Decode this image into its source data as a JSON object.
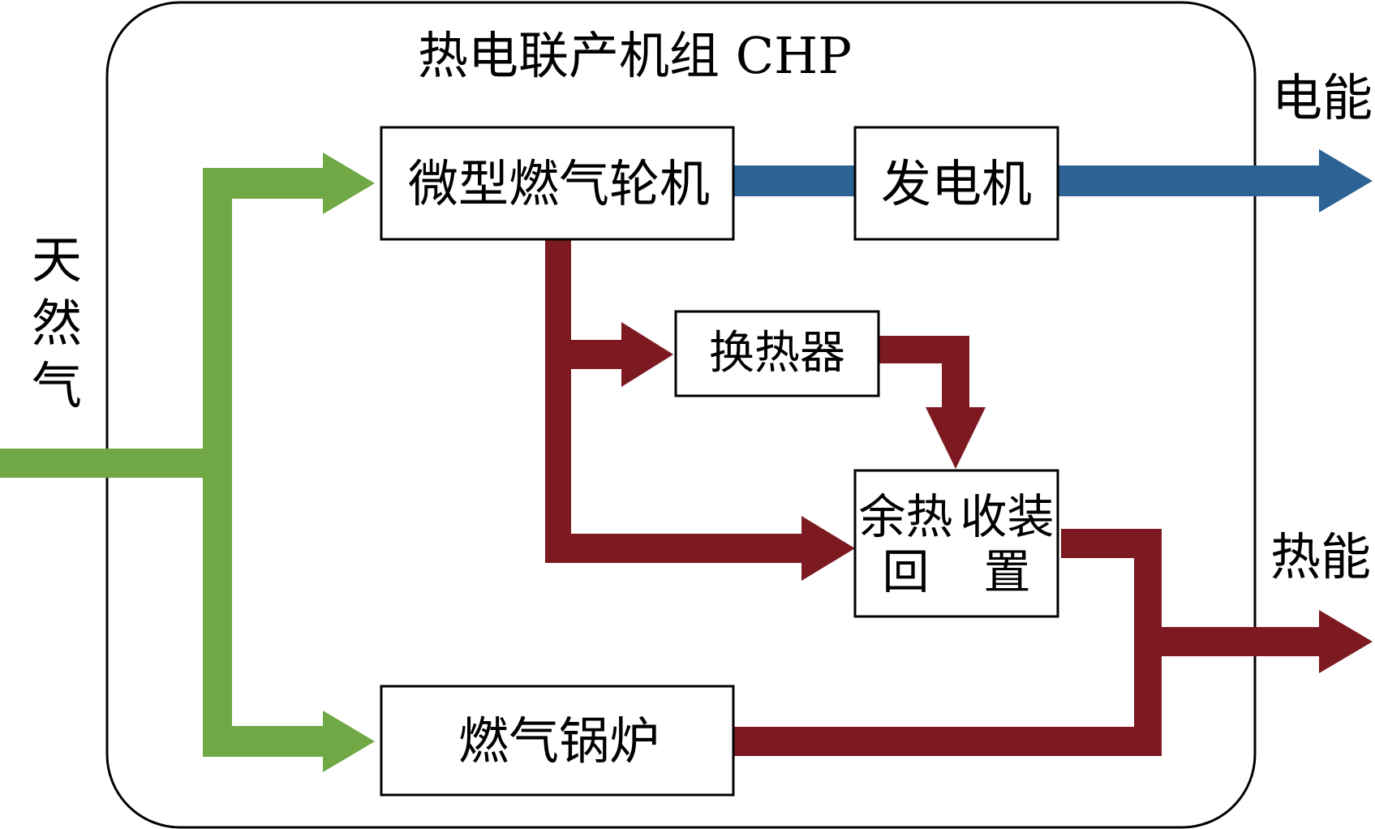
{
  "title": "热电联产机组 CHP",
  "inputs": {
    "natural_gas": "天然气"
  },
  "outputs": {
    "electric_energy": "电能",
    "thermal_energy": "热能"
  },
  "nodes": {
    "micro_turbine": "微型燃气轮机",
    "generator": "发电机",
    "heat_exchanger": "换热器",
    "waste_heat_recovery": "余热回收装置",
    "gas_boiler": "燃气锅炉"
  },
  "colors": {
    "gas_flow": "#70a845",
    "electric_flow": "#2c6394",
    "heat_flow": "#7d1a21",
    "outline": "#000000"
  }
}
